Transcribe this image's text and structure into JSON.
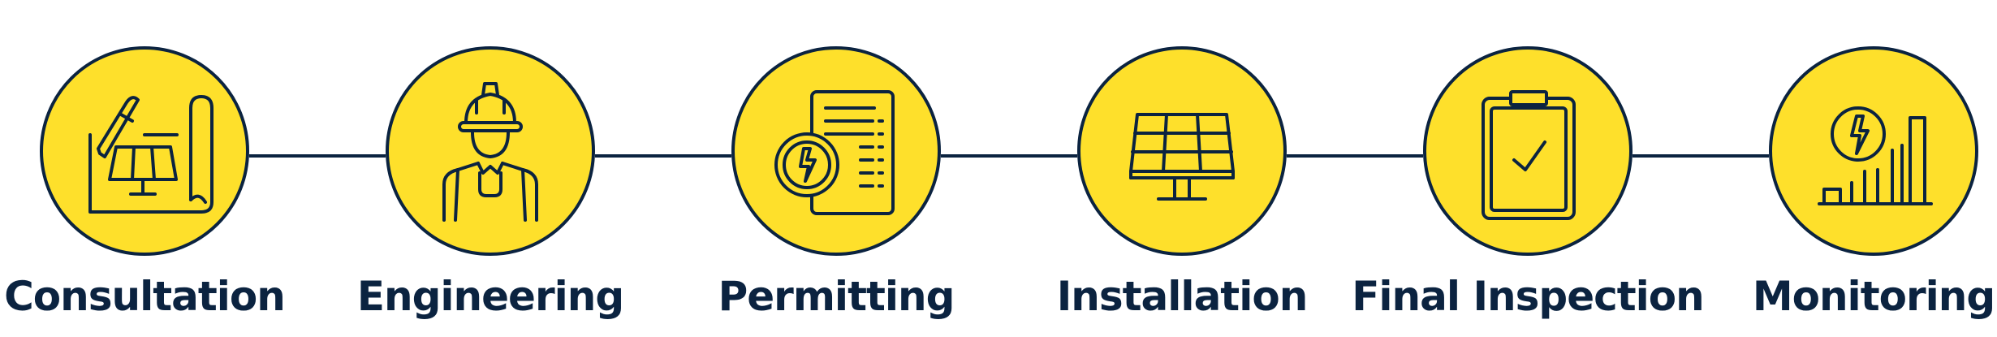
{
  "colors": {
    "accent": "#fee02b",
    "ink": "#0b2340",
    "background": "#ffffff"
  },
  "steps": [
    {
      "label": "Consultation",
      "icon": "blueprint-solar-panel-icon"
    },
    {
      "label": "Engineering",
      "icon": "engineer-hardhat-icon"
    },
    {
      "label": "Permitting",
      "icon": "permit-document-icon"
    },
    {
      "label": "Installation",
      "icon": "solar-panel-icon"
    },
    {
      "label": "Final Inspection",
      "icon": "clipboard-check-icon"
    },
    {
      "label": "Monitoring",
      "icon": "energy-chart-icon"
    }
  ]
}
